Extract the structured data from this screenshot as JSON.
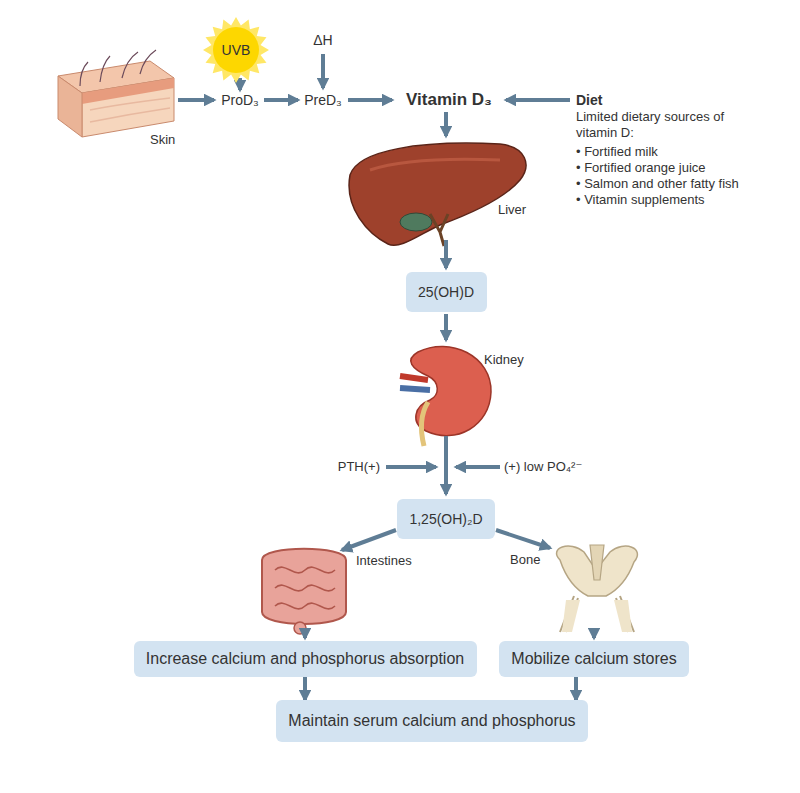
{
  "diagram": {
    "nodes": [
      {
        "text": [
          "UVB"
        ]
      },
      {
        "text": [
          "25(OH)D"
        ]
      },
      {
        "text": [
          "1,25(OH)₂D"
        ]
      },
      {
        "text": [
          "Increase calcium and phosphorus absorption"
        ]
      },
      {
        "text": [
          "Mobilize calcium stores"
        ]
      },
      {
        "text": [
          "Maintain serum calcium and  phosphorus"
        ]
      }
    ],
    "edges": [
      {
        "from": 3,
        "to": 5,
        "arrow": "to"
      },
      {
        "from": 4,
        "to": 5,
        "arrow": "to"
      }
    ],
    "labels": [
      "Skin",
      "ProD₃",
      "ΔH",
      "PreD₃",
      "Vitamin D₃",
      "Diet",
      "Limited dietary sources of vitamin D:",
      "• Fortified milk",
      "• Fortified orange juice",
      "• Salmon and other fatty fish",
      "• Vitamin supplements",
      "Liver",
      "Kidney",
      "PTH(+)",
      "(+) low PO₄²⁻",
      "Intestines",
      "Bone"
    ]
  }
}
